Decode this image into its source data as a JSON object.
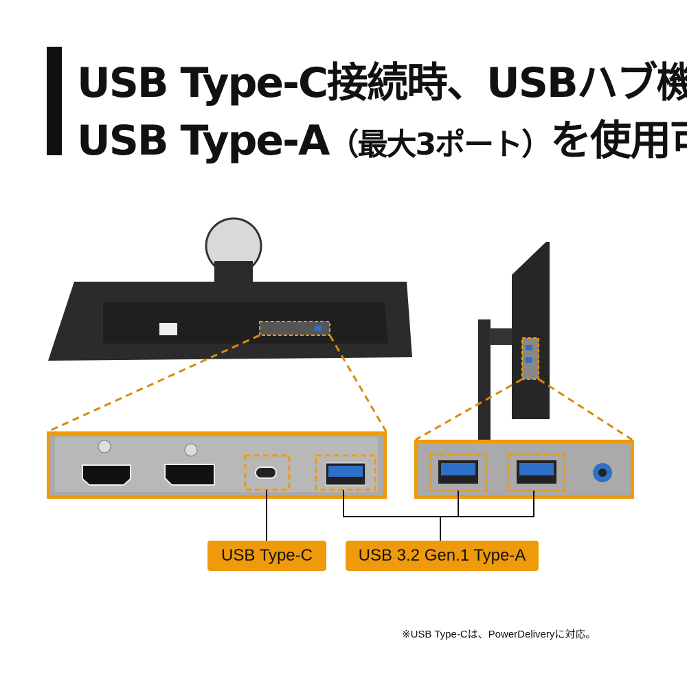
{
  "headline": {
    "line1": "USB Type-C接続時、USBハブ機能で",
    "line2_a": "USB Type-A",
    "line2_b": "（最大3ポート）",
    "line2_c": "を使用可能"
  },
  "labels": {
    "usb_c": "USB Type-C",
    "usb_a": "USB 3.2 Gen.1 Type-A"
  },
  "footnote": "※USB Type-Cは、PowerDeliveryに対応。",
  "colors": {
    "accent": "#ef9a0a",
    "usb_blue": "#2f6fc8",
    "text": "#111111"
  }
}
